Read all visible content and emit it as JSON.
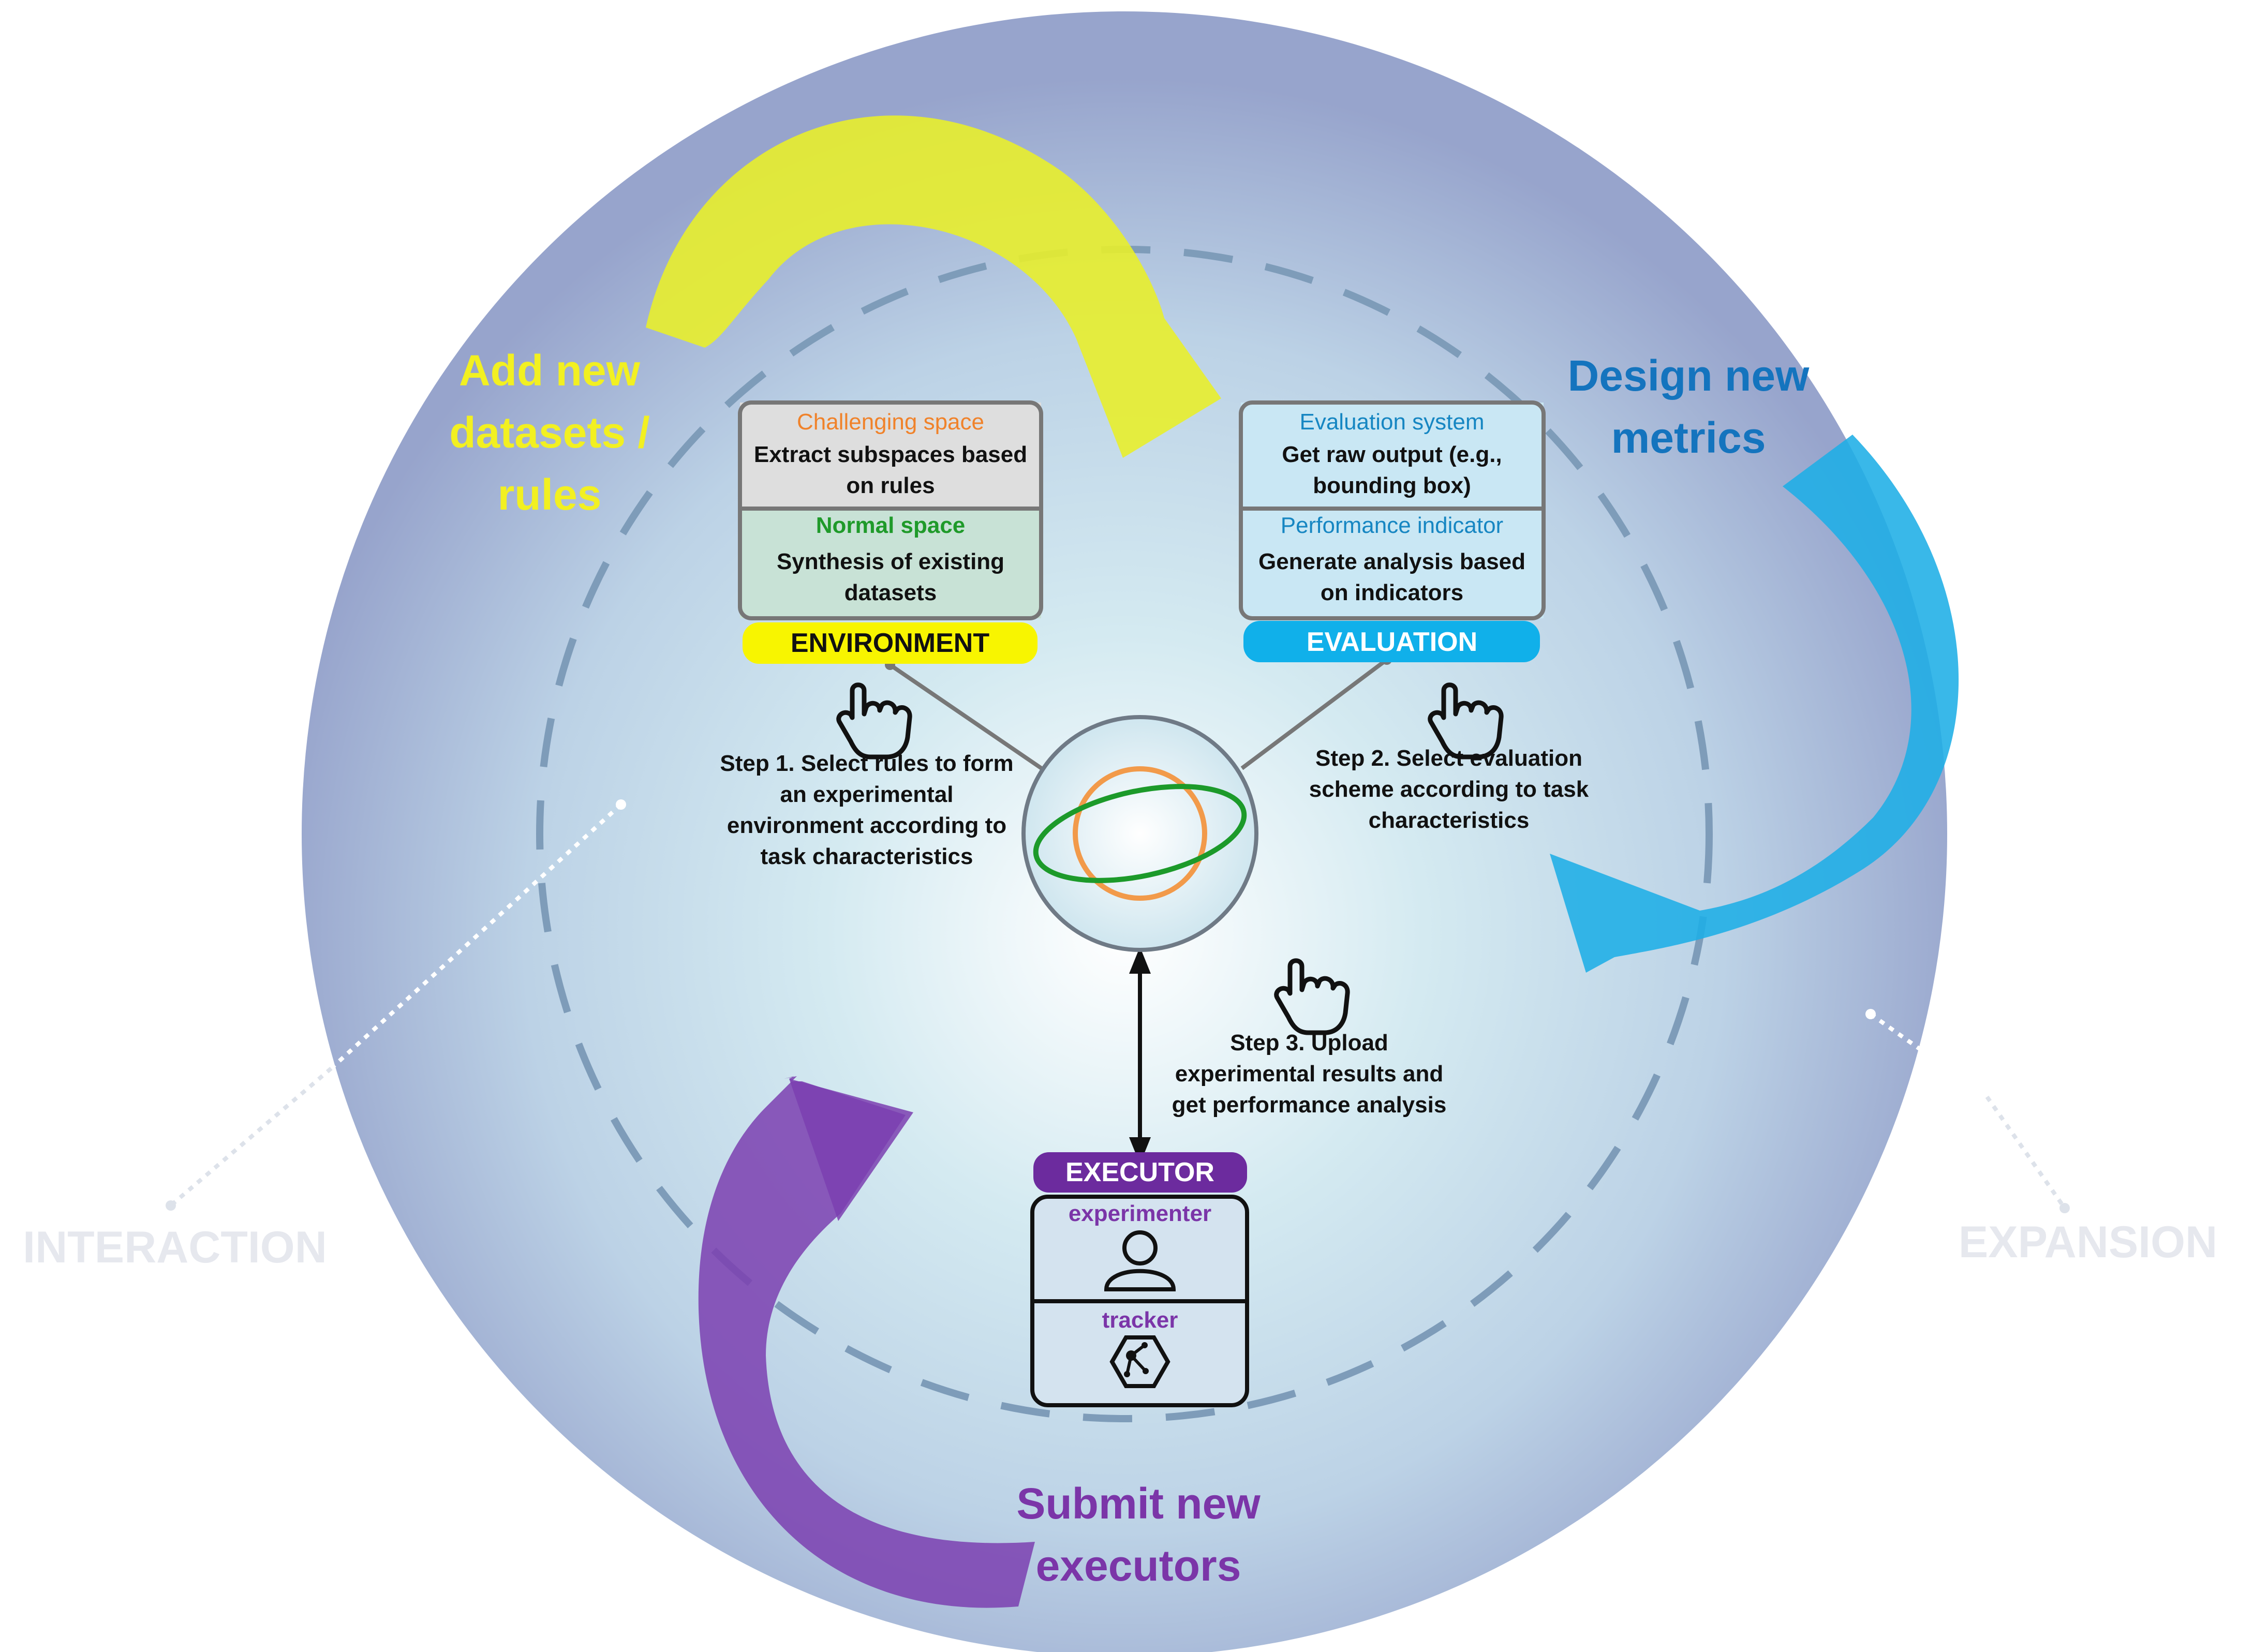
{
  "outer_labels": {
    "add_new": [
      "Add new",
      "datasets /",
      "rules"
    ],
    "design_new": [
      "Design new",
      "metrics"
    ],
    "submit_new": [
      "Submit new",
      "executors"
    ],
    "interaction": "INTERACTION",
    "expansion": "EXPANSION"
  },
  "environment": {
    "challenging_title": "Challenging space",
    "challenging_text": [
      "Extract subspaces based",
      "on rules"
    ],
    "normal_title": "Normal space",
    "normal_text": [
      "Synthesis of existing",
      "datasets"
    ],
    "tag": "ENVIRONMENT"
  },
  "evaluation": {
    "system_title": "Evaluation system",
    "system_text": [
      "Get raw output (e.g.,",
      "bounding box)"
    ],
    "indicator_title": "Performance indicator",
    "indicator_text": [
      "Generate analysis based",
      "on indicators"
    ],
    "tag": "EVALUATION"
  },
  "steps": {
    "step1": [
      "Step 1. Select rules to form",
      "an experimental",
      "environment according to",
      "task characteristics"
    ],
    "step2": [
      "Step 2. Select evaluation",
      "scheme according to task",
      "characteristics"
    ],
    "step3": [
      "Step 3. Upload",
      "experimental results and",
      "get performance analysis"
    ]
  },
  "executor": {
    "tag": "EXECUTOR",
    "experimenter": "experimenter",
    "tracker": "tracker"
  },
  "colors": {
    "yellow": "#e8ee2c",
    "blue": "#1eaee6",
    "purple": "#7b3fb0",
    "environment_tag": "#f8f500",
    "evaluation_tag": "#10b0ea",
    "executor_tag": "#6c2b9e",
    "challenging_title": "#f0822a",
    "normal_title": "#1f9a2a",
    "evaluation_title": "#1686c2",
    "design_label": "#1474be",
    "add_label": "#f2f021",
    "submit_label": "#7b35a8"
  }
}
